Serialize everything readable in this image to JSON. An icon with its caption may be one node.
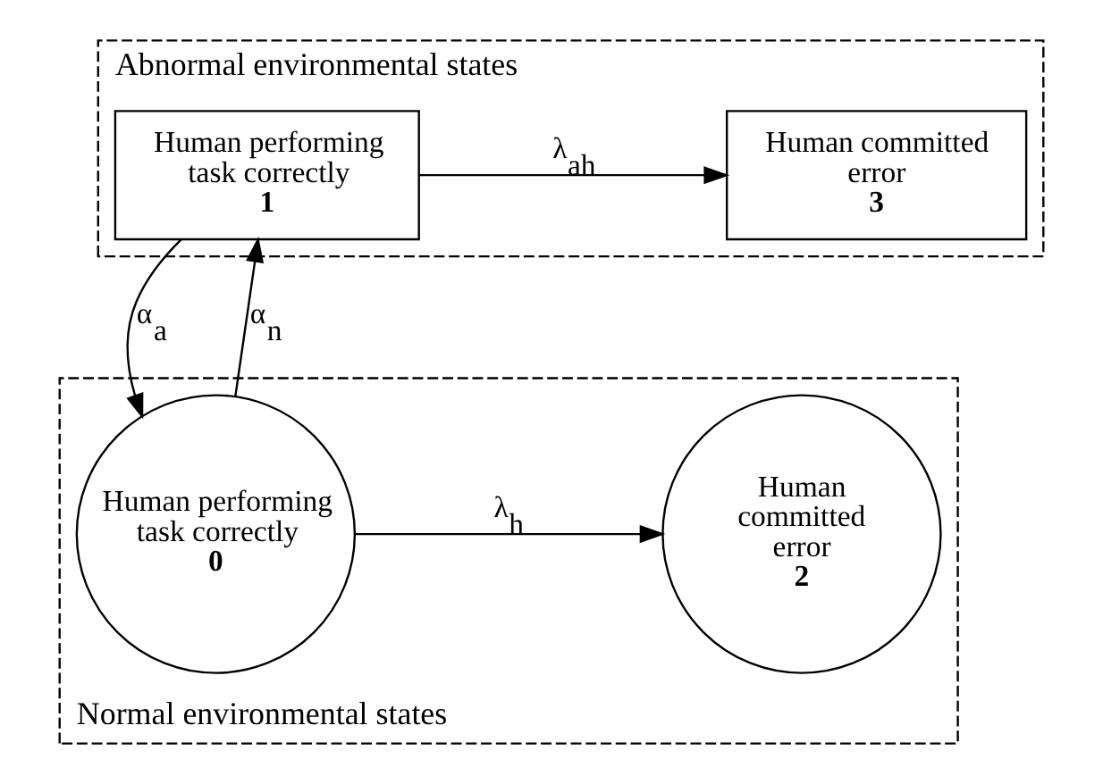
{
  "diagram": {
    "nodes": [
      {
        "text": [
          "Abnormal environmental states"
        ]
      },
      {
        "text": [
          "Human performing task correctly",
          "1"
        ],
        "in": 0
      },
      {
        "text": [
          "Human committed error",
          "3"
        ],
        "in": 0
      },
      {
        "text": [
          "Normal environmental states"
        ]
      },
      {
        "text": [
          "Human performing task correctly",
          "0"
        ],
        "in": 3
      },
      {
        "text": [
          "Human committed error",
          "2"
        ],
        "in": 3
      }
    ],
    "edges": [
      {
        "from": 1,
        "to": 2,
        "arrow": "to",
        "label": "λ$_{ah}$"
      },
      {
        "from": 1,
        "to": 4,
        "arrow": "to",
        "label": "α$_{a}$"
      },
      {
        "from": 4,
        "to": 1,
        "arrow": "to",
        "label": "α$_{n}$"
      },
      {
        "from": 4,
        "to": 5,
        "arrow": "to",
        "label": "λ$_{h}$"
      }
    ]
  }
}
